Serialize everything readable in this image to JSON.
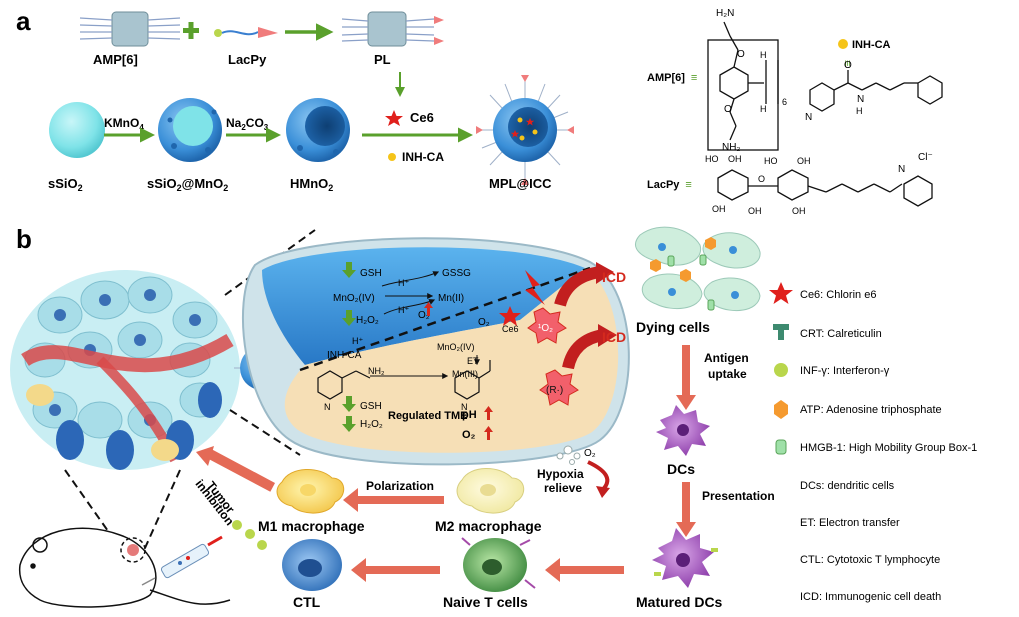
{
  "panel_a": {
    "label": "a",
    "amp6_label": "AMP[6]",
    "lacpy_label": "LacPy",
    "pl_label": "PL",
    "ssio2_label": "sSiO",
    "ssio2_sub": "2",
    "ssio2mno2_label": "sSiO",
    "ssio2mno2_sub": "2",
    "ssio2mno2_mid": "@MnO",
    "ssio2mno2_sub2": "2",
    "hmno2_label": "HMnO",
    "hmno2_sub": "2",
    "mpl_label": "MPL@ICC",
    "kmno4": "KMnO",
    "kmno4_sub": "4",
    "na2co3_a": "Na",
    "na2co3_sub1": "2",
    "na2co3_b": "CO",
    "na2co3_sub2": "3",
    "ce6_label": "Ce6",
    "inhca_label": "INH-CA",
    "legend_inhca": "INH-CA",
    "amp6_eq": "AMP[6]",
    "lacpy_eq": "LacPy",
    "equiv": "≡",
    "struct_h2n": "H₂N",
    "struct_nh2": "NH₂",
    "struct_o1": "O",
    "struct_o2": "O",
    "struct_h1": "H",
    "struct_h2": "H",
    "struct_6": "6",
    "struct_n": "N",
    "struct_nh": "N",
    "struct_h": "H",
    "struct_o": "O",
    "lac_oh1": "HO",
    "lac_oh2": "OH",
    "lac_oh3": "OH",
    "lac_oh4": "HO",
    "lac_oh5": "OH",
    "lac_oh6": "OH",
    "lac_oh7": "OH",
    "lac_o": "O",
    "lac_cl": "Cl⁻",
    "lac_n": "N"
  },
  "panel_b": {
    "label": "b",
    "gsh1": "GSH",
    "gssg": "GSSG",
    "hplus1": "H⁺",
    "mno2_iv": "MnO₂(IV)",
    "mn_ii": "Mn(II)",
    "o2_1": "O₂",
    "hplus2": "H⁺",
    "h2o2_1": "H₂O₂",
    "o2_2": "O₂",
    "ce6": "Ce6",
    "singlet_o2": "¹O₂",
    "inhca": "INH-CA",
    "hplus3": "H⁺",
    "mno2_iv_2": "MnO₂(IV)",
    "et": "ET",
    "mn_iii": "Mn(III)",
    "radical": "(R·)",
    "nh2_mol": "NH₂",
    "n1": "N",
    "n2": "N",
    "gsh2": "GSH",
    "h2o2_2": "H₂O₂",
    "regulated_tme": "Regulated TME",
    "ph": "pH",
    "o2_3": "O₂",
    "icd1": "ICD",
    "icd2": "ICD",
    "dying_cells": "Dying cells",
    "antigen_uptake_1": "Antigen",
    "antigen_uptake_2": "uptake",
    "dcs": "DCs",
    "presentation": "Presentation",
    "matured_dcs": "Matured DCs",
    "naive_t": "Naive T cells",
    "ctl": "CTL",
    "m1": "M1 macrophage",
    "m2": "M2 macrophage",
    "polarization": "Polarization",
    "hypoxia_1": "Hypoxia",
    "hypoxia_2": "relieve",
    "o2_4": "O₂",
    "tumor_1": "Tumor",
    "tumor_2": "inhibition"
  },
  "legend": [
    {
      "icon": "star-icon",
      "text": "Ce6: Chlorin e6",
      "color": "#e0201c"
    },
    {
      "icon": "crt-icon",
      "text": "CRT: Calreticulin",
      "color": "#3d8a6f"
    },
    {
      "icon": "ball-icon",
      "text": "INF-γ: Interferon-γ",
      "color": "#b9d64c"
    },
    {
      "icon": "hexagon-icon",
      "text": "ATP: Adenosine triphosphate",
      "color": "#f59a2f"
    },
    {
      "icon": "capsule-icon",
      "text": "HMGB-1: High Mobility Group Box-1",
      "color": "#9fe0a8"
    },
    {
      "icon": "",
      "text": "DCs: dendritic cells",
      "color": ""
    },
    {
      "icon": "",
      "text": "ET: Electron transfer",
      "color": ""
    },
    {
      "icon": "",
      "text": "CTL: Cytotoxic T lymphocyte",
      "color": ""
    },
    {
      "icon": "",
      "text": "ICD: Immunogenic cell death",
      "color": ""
    }
  ],
  "colors": {
    "green_arrow": "#5aa02c",
    "red_arrow": "#e46a56",
    "sphere_cyan": "#7fe3e8",
    "mno2_blue": "#3a8fd8",
    "icd_red": "#d42a1e",
    "tme_blue": "#2f8fd6",
    "tme_cream": "#f6dfb6"
  }
}
